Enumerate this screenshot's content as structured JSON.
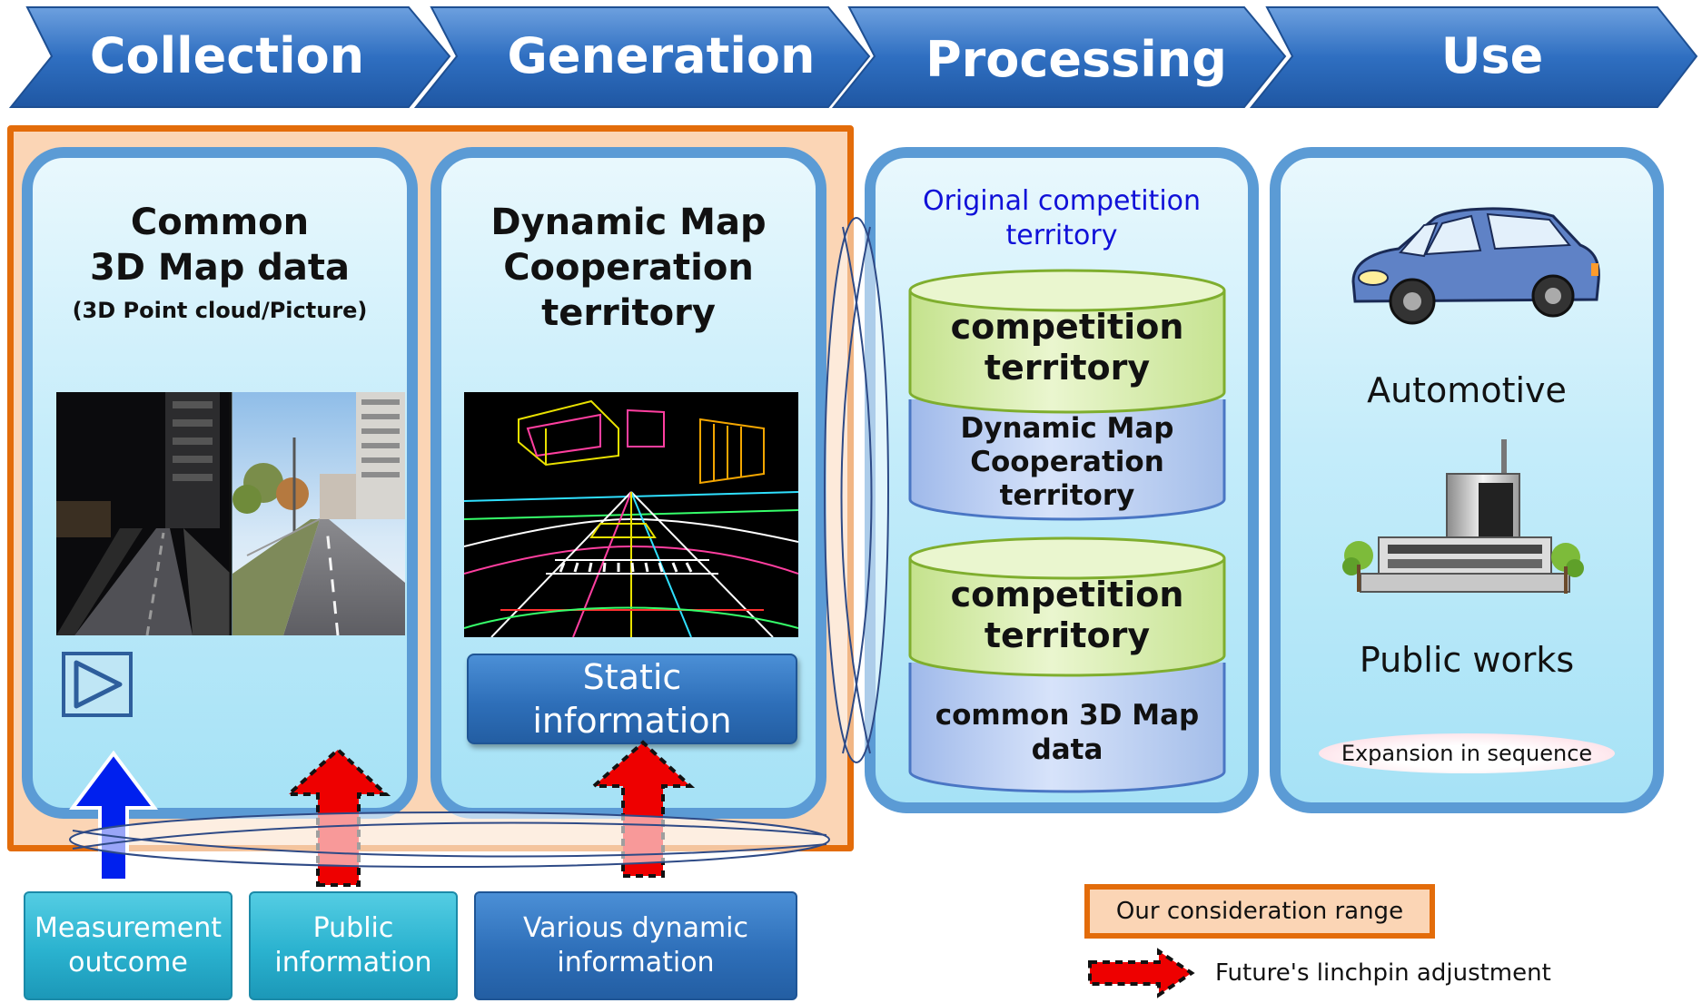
{
  "stages": [
    "Collection",
    "Generation",
    "Processing",
    "Use"
  ],
  "collection": {
    "title_line1": "Common",
    "title_line2": "3D Map data",
    "subtitle": "(3D Point cloud/Picture)"
  },
  "generation": {
    "title_line1": "Dynamic Map",
    "title_line2": "Cooperation",
    "title_line3": "territory",
    "static_line1": "Static",
    "static_line2": "information"
  },
  "processing": {
    "header_line1": "Original competition",
    "header_line2": "territory",
    "cyl1_top_line1": "competition",
    "cyl1_top_line2": "territory",
    "cyl1_bottom_line1": "Dynamic Map",
    "cyl1_bottom_line2": "Cooperation",
    "cyl1_bottom_line3": "territory",
    "cyl2_top_line1": "competition",
    "cyl2_top_line2": "territory",
    "cyl2_bottom_line1": "common 3D Map",
    "cyl2_bottom_line2": "data"
  },
  "use": {
    "automotive": "Automotive",
    "public_works": "Public works",
    "expansion": "Expansion in sequence"
  },
  "sources": {
    "measurement_line1": "Measurement",
    "measurement_line2": "outcome",
    "public_line1": "Public",
    "public_line2": "information",
    "dynamic_line1": "Various dynamic",
    "dynamic_line2": "information"
  },
  "legend": {
    "range": "Our consideration range",
    "linchpin": "Future's linchpin adjustment"
  },
  "colors": {
    "chevron_blue": "#2e6fc0",
    "panel_border": "#5b9bd5",
    "orange_range": "#e36c0a",
    "range_fill": "#fbd5b5",
    "cylinder_green": "#d7ecaa",
    "cylinder_blue": "#b9cdf2",
    "arrow_red": "#ee0000",
    "arrow_blue": "#0020ee"
  }
}
